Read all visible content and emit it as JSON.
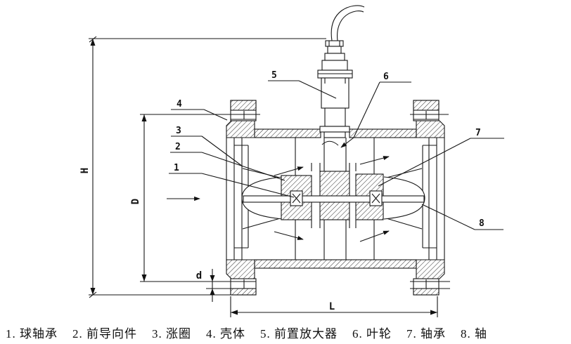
{
  "diagram": {
    "dim_labels": {
      "H": "H",
      "D": "D",
      "d": "d",
      "L": "L"
    },
    "callouts": [
      "1",
      "2",
      "3",
      "4",
      "5",
      "6",
      "7",
      "8"
    ]
  },
  "legend": {
    "items": [
      "1. 球轴承",
      "2. 前导向件",
      "3. 涨圈",
      "4. 壳体",
      "5. 前置放大器",
      "6. 叶轮",
      "7. 轴承",
      "8. 轴"
    ]
  }
}
